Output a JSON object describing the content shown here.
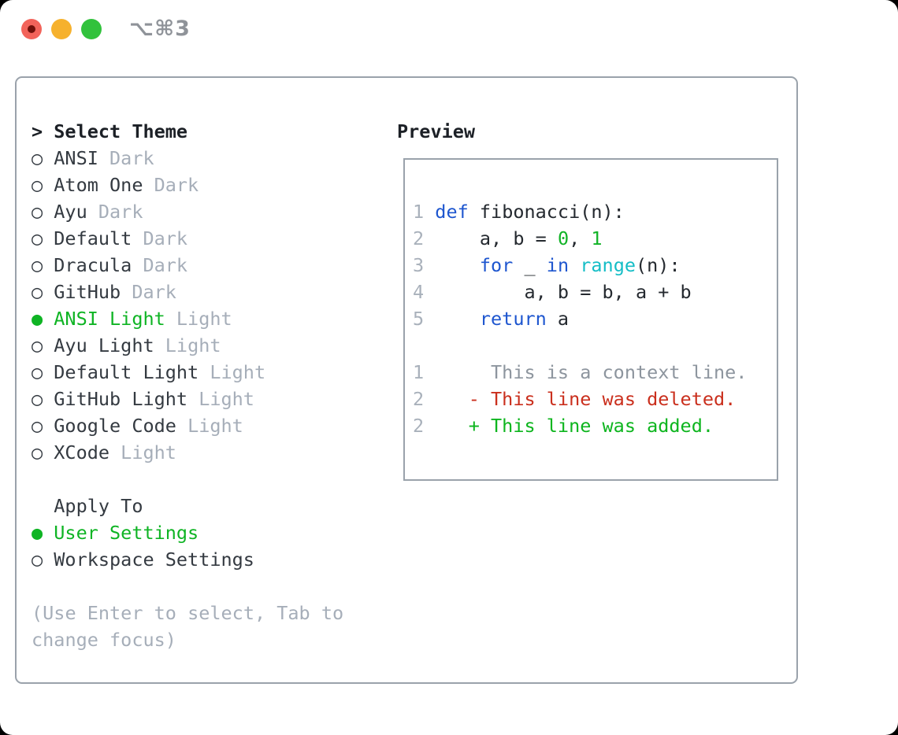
{
  "window": {
    "shortcut_label": "⌥⌘3",
    "traffic_lights": [
      "close",
      "minimize",
      "zoom"
    ]
  },
  "colors": {
    "accent_green": "#0fb424",
    "keyword_blue": "#1e56cf",
    "builtin_cyan": "#14bdc6",
    "literal_green": "#12b327",
    "deleted_red": "#ca2f1d",
    "added_green": "#0db51e",
    "muted_gray": "#a6aeb9",
    "text_dark": "#343a41",
    "border_gray": "#9aa2ab",
    "traffic_red": "#f2635a",
    "traffic_yellow": "#f6b12d",
    "traffic_green": "#31c23c"
  },
  "icons": {
    "cursor": ">",
    "radio_selected": "●",
    "radio_unselected": "○"
  },
  "theme_selector": {
    "header": "Select Theme",
    "items": [
      {
        "name": "ANSI",
        "tag": "Dark",
        "selected": false
      },
      {
        "name": "Atom One",
        "tag": "Dark",
        "selected": false
      },
      {
        "name": "Ayu",
        "tag": "Dark",
        "selected": false
      },
      {
        "name": "Default",
        "tag": "Dark",
        "selected": false
      },
      {
        "name": "Dracula",
        "tag": "Dark",
        "selected": false
      },
      {
        "name": "GitHub",
        "tag": "Dark",
        "selected": false
      },
      {
        "name": "ANSI Light",
        "tag": "Light",
        "selected": true
      },
      {
        "name": "Ayu Light",
        "tag": "Light",
        "selected": false
      },
      {
        "name": "Default Light",
        "tag": "Light",
        "selected": false
      },
      {
        "name": "GitHub Light",
        "tag": "Light",
        "selected": false
      },
      {
        "name": "Google Code",
        "tag": "Light",
        "selected": false
      },
      {
        "name": "XCode",
        "tag": "Light",
        "selected": false
      }
    ]
  },
  "apply_to": {
    "header": "Apply To",
    "options": [
      {
        "label": "User Settings",
        "selected": true
      },
      {
        "label": "Workspace Settings",
        "selected": false
      }
    ]
  },
  "help": {
    "full_text": "(Use Enter to select, Tab to change focus)",
    "line1": "(Use Enter to select, Tab to",
    "line2": "change focus)"
  },
  "preview": {
    "header": "Preview",
    "lines": [
      {
        "tokens": [
          [
            "num",
            "1 "
          ],
          [
            "kw",
            "def"
          ],
          [
            "pl",
            " fibonacci(n):"
          ]
        ]
      },
      {
        "tokens": [
          [
            "num",
            "2 "
          ],
          [
            "pl",
            "    a, b = "
          ],
          [
            "lit",
            "0"
          ],
          [
            "pl",
            ", "
          ],
          [
            "lit",
            "1"
          ]
        ]
      },
      {
        "tokens": [
          [
            "num",
            "3 "
          ],
          [
            "pl",
            "    "
          ],
          [
            "kw",
            "for"
          ],
          [
            "pl",
            " _ "
          ],
          [
            "kw",
            "in"
          ],
          [
            "pl",
            " "
          ],
          [
            "fn",
            "range"
          ],
          [
            "pl",
            "(n):"
          ]
        ]
      },
      {
        "tokens": [
          [
            "num",
            "4 "
          ],
          [
            "pl",
            "        a, b = b, a + b"
          ]
        ]
      },
      {
        "tokens": [
          [
            "num",
            "5 "
          ],
          [
            "pl",
            "    "
          ],
          [
            "kw",
            "return"
          ],
          [
            "pl",
            " a"
          ]
        ]
      },
      {
        "tokens": []
      },
      {
        "tokens": [
          [
            "num",
            "1 "
          ],
          [
            "ctx",
            "     This is a context line."
          ]
        ]
      },
      {
        "tokens": [
          [
            "num",
            "2 "
          ],
          [
            "del",
            "   - This line was deleted."
          ]
        ]
      },
      {
        "tokens": [
          [
            "num",
            "2 "
          ],
          [
            "add",
            "   + This line was added."
          ]
        ]
      }
    ]
  }
}
